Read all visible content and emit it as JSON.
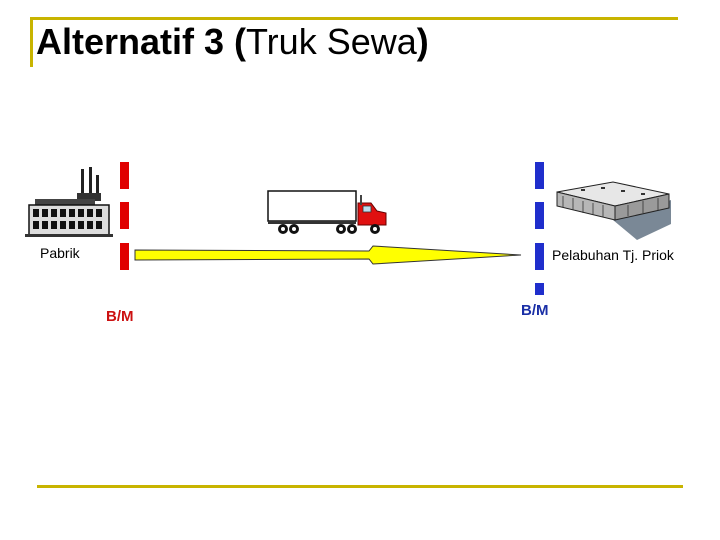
{
  "title": {
    "bold_part1": "Alternatif 3 (",
    "normal_part": "Truk Sewa",
    "bold_part2": ")"
  },
  "labels": {
    "origin": "Pabrik",
    "destination": "Pelabuhan Tj. Priok",
    "left_boundary": "B/M",
    "right_boundary": "B/M"
  },
  "colors": {
    "rule": "#c8b400",
    "left_boundary": "#e00000",
    "right_boundary": "#1f2ecc",
    "arrow": "#ffff00",
    "truck_cab": "#e01010"
  },
  "icons": {
    "origin": "factory-icon",
    "vehicle": "truck-icon",
    "destination": "port-warehouse-icon",
    "flow": "arrow-right-icon"
  }
}
